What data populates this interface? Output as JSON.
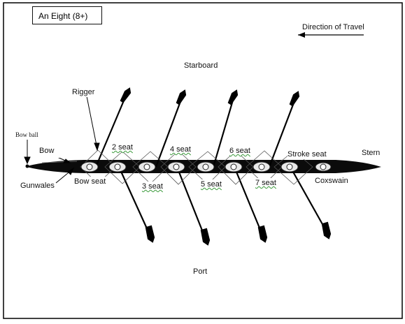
{
  "title": "An Eight (8+)",
  "labels": {
    "direction": "Direction of Travel",
    "starboard": "Starboard",
    "port": "Port",
    "rigger": "Rigger",
    "bow_ball": "Bow ball",
    "bow": "Bow",
    "gunwales": "Gunwales",
    "bow_seat": "Bow seat",
    "stroke_seat": "Stroke seat",
    "stern": "Stern",
    "coxswain": "Coxswain",
    "seat2": "2 seat",
    "seat3": "3 seat",
    "seat4": "4 seat",
    "seat5": "5 seat",
    "seat6": "6 seat",
    "seat7": "7 seat"
  },
  "colors": {
    "hull": "#0b0b0b",
    "line": "#111111",
    "background": "#ffffff",
    "border": "#000000"
  }
}
